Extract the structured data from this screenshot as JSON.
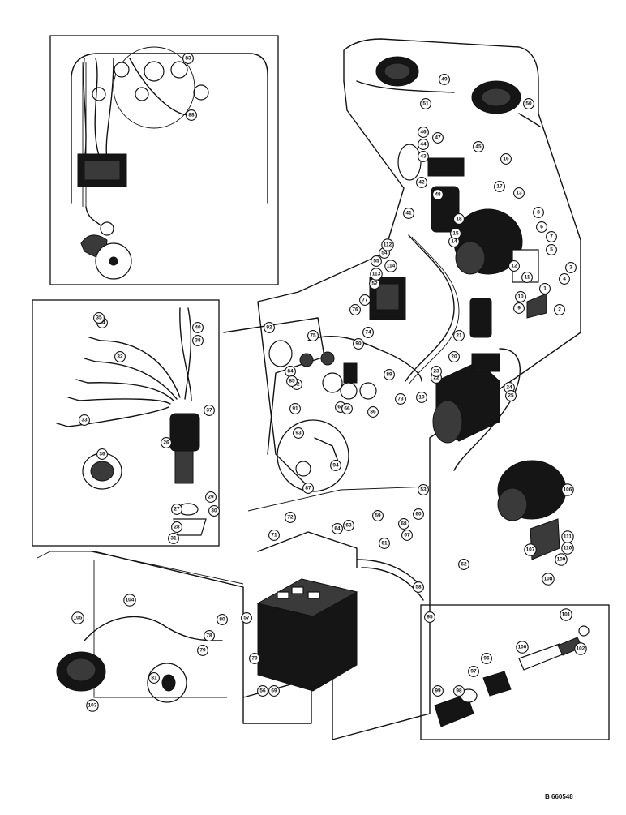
{
  "drawing_code": "B 660548",
  "colors": {
    "ink": "#111111",
    "paper": "#ffffff"
  },
  "callouts": [
    "1",
    "2",
    "3",
    "4",
    "5",
    "6",
    "7",
    "8",
    "9",
    "10",
    "11",
    "12",
    "13",
    "14",
    "15",
    "16",
    "17",
    "18",
    "19",
    "20",
    "21",
    "22",
    "23",
    "24",
    "25",
    "26",
    "27",
    "28",
    "29",
    "30",
    "31",
    "32",
    "33",
    "34",
    "35",
    "36",
    "37",
    "38",
    "40",
    "41",
    "42",
    "43",
    "44",
    "45",
    "46",
    "47",
    "48",
    "49",
    "50",
    "51",
    "52",
    "53",
    "54",
    "55",
    "56",
    "57",
    "58",
    "59",
    "60",
    "61",
    "62",
    "63",
    "64",
    "65",
    "66",
    "67",
    "68",
    "69",
    "70",
    "71",
    "72",
    "73",
    "74",
    "75",
    "76",
    "77",
    "78",
    "79",
    "80",
    "81",
    "82",
    "83",
    "84",
    "85",
    "86",
    "87",
    "88",
    "89",
    "90",
    "91",
    "92",
    "93",
    "94",
    "95",
    "96",
    "97",
    "98",
    "99",
    "100",
    "101",
    "102",
    "103",
    "104",
    "105",
    "106",
    "107",
    "108",
    "109",
    "110",
    "111",
    "112",
    "113",
    "114"
  ]
}
